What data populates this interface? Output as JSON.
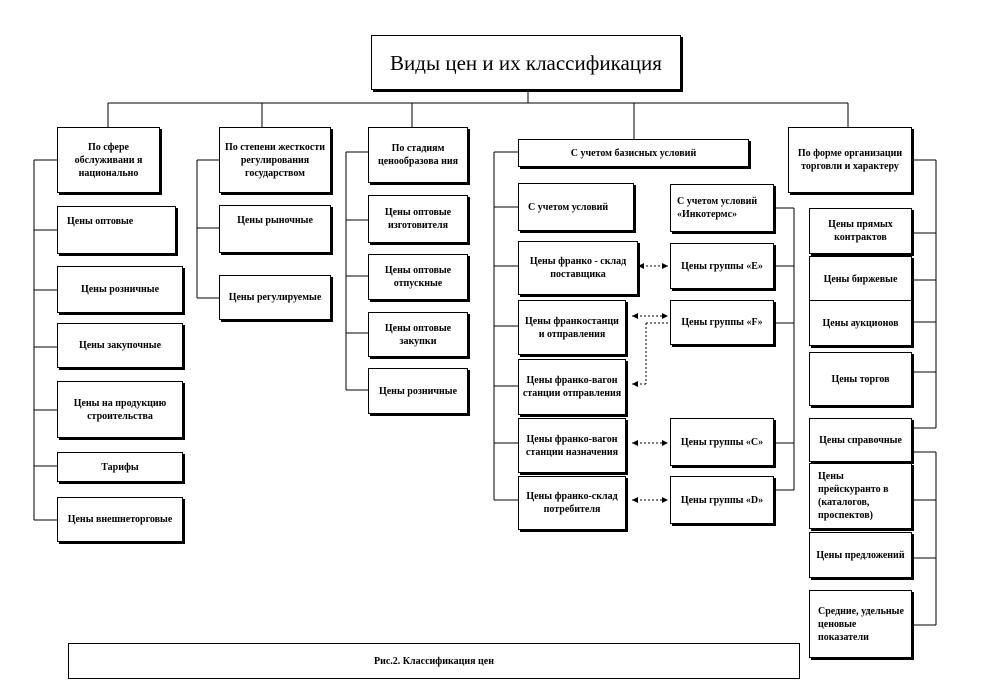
{
  "title": "Виды цен и их классификация",
  "caption": "Рис.2. Классификация цен",
  "columns": [
    {
      "header": "По сфере обслуживани я национально",
      "items": [
        "Цены оптовые",
        "Цены розничные",
        "Цены закупочные",
        "Цены на продукцию строительства",
        "Тарифы",
        "Цены внешнеторговые"
      ]
    },
    {
      "header": "По степени жесткости регулирования государством",
      "items": [
        "Цены рыночные",
        "Цены регулируемые"
      ]
    },
    {
      "header": "По стадиям ценообразова ния",
      "items": [
        "Цены оптовые изготовителя",
        "Цены оптовые отпускные",
        "Цены оптовые закупки",
        "Цены розничные"
      ]
    },
    {
      "header": "С учетом базисных условий",
      "sub_left": "С учетом условий",
      "sub_right": "С учетом условий «Инкотермс»",
      "left_items": [
        "Цены франко - склад поставщика",
        "Цены франкостанци и отправления",
        "Цены франко-вагон станции отправления",
        "Цены франко-вагон станции назначения",
        "Цены франко-склад потребителя"
      ],
      "right_items": [
        "Цены группы «Е»",
        "Цены группы «F»",
        "Цены группы «С»",
        "Цены группы «D»"
      ]
    },
    {
      "header": "По форме организации торговли и характеру",
      "items": [
        "Цены прямых контрактов",
        "Цены биржевые",
        "Цены аукционов",
        "Цены торгов",
        "Цены справочные",
        "Цены прейскуранто в (каталогов, проспектов)",
        "Цены предложений",
        "Средние, удельные ценовые показатели"
      ]
    }
  ]
}
